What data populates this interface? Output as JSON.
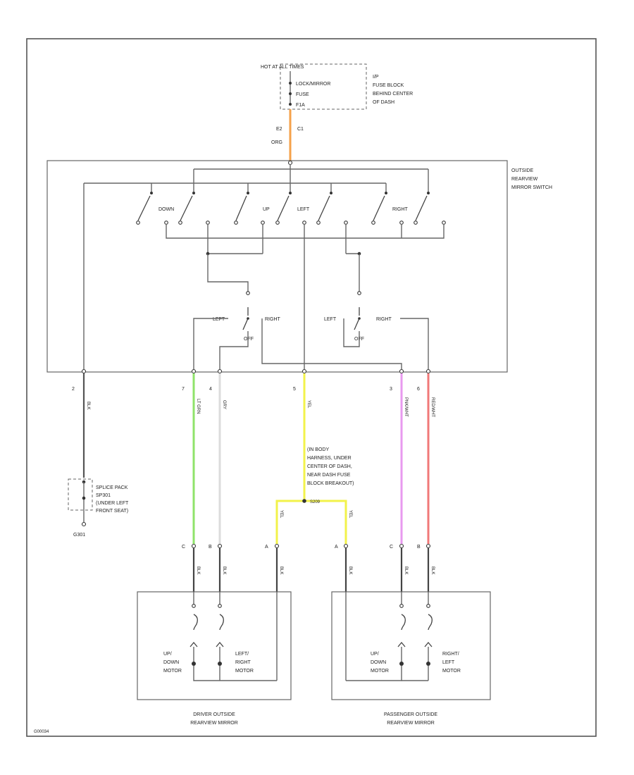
{
  "fuse_block": {
    "hot_label": "HOT AT ALL TIMES",
    "fuse_lines": [
      "LOCK/MIRROR",
      "FUSE",
      "F1A"
    ],
    "location": [
      "I/P",
      "FUSE BLOCK",
      "BEHIND CENTER",
      "OF DASH"
    ]
  },
  "feed": {
    "pin_left": "E2",
    "pin_right": "C1",
    "color": "ORG"
  },
  "switch": {
    "title": [
      "OUTSIDE",
      "REARVIEW",
      "MIRROR SWITCH"
    ],
    "contacts": {
      "down": "DOWN",
      "up": "UP",
      "left": "LEFT",
      "right": "RIGHT"
    },
    "selectors": {
      "left": {
        "l": "LEFT",
        "r": "RIGHT",
        "off": "OFF"
      },
      "right": {
        "l": "LEFT",
        "r": "RIGHT",
        "off": "OFF"
      }
    },
    "pins": [
      "2",
      "7",
      "4",
      "5",
      "3",
      "6"
    ],
    "wire_colors": [
      "BLK",
      "LT GRN",
      "GRY",
      "YEL",
      "PNK/WHT",
      "RED/WHT"
    ]
  },
  "ground": {
    "splice": [
      "SPLICE PACK",
      "SP301",
      "(UNDER LEFT",
      "FRONT SEAT)"
    ],
    "label": "G301"
  },
  "splice_note": [
    "(IN BODY",
    "HARNESS, UNDER",
    "CENTER OF DASH,",
    "NEAR DASH FUSE",
    "BLOCK BREAKOUT)"
  ],
  "splice_label": "S209",
  "mirror_wires": {
    "driver_pins": [
      "C",
      "B",
      "A"
    ],
    "passenger_pins": [
      "A",
      "C",
      "B"
    ],
    "split_colors": [
      "YEL",
      "YEL"
    ],
    "conn_color": "BLK"
  },
  "driver_mirror": {
    "motor1": [
      "UP/",
      "DOWN",
      "MOTOR"
    ],
    "motor2": [
      "LEFT/",
      "RIGHT",
      "MOTOR"
    ],
    "caption": [
      "DRIVER OUTSIDE",
      "REARVIEW MIRROR"
    ]
  },
  "passenger_mirror": {
    "motor1": [
      "UP/",
      "DOWN",
      "MOTOR"
    ],
    "motor2": [
      "RIGHT/",
      "LEFT",
      "MOTOR"
    ],
    "caption": [
      "PASSENGER OUTSIDE",
      "REARVIEW MIRROR"
    ]
  },
  "footer_code": "G00034",
  "colors": {
    "orange": "#f5a24a",
    "green": "#8fe36a",
    "yellow": "#f2f24a",
    "pink": "#e89aef",
    "red": "#f07878",
    "lightgray": "#dcdcdc"
  }
}
